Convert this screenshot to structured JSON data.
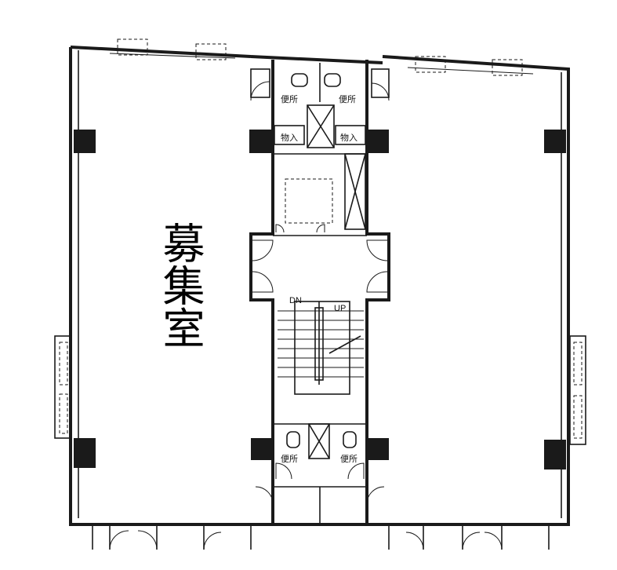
{
  "room": {
    "name": "募集室"
  },
  "labels": {
    "toilet": "便所",
    "storage": "物入",
    "stair_down": "DN",
    "stair_up": "UP"
  }
}
